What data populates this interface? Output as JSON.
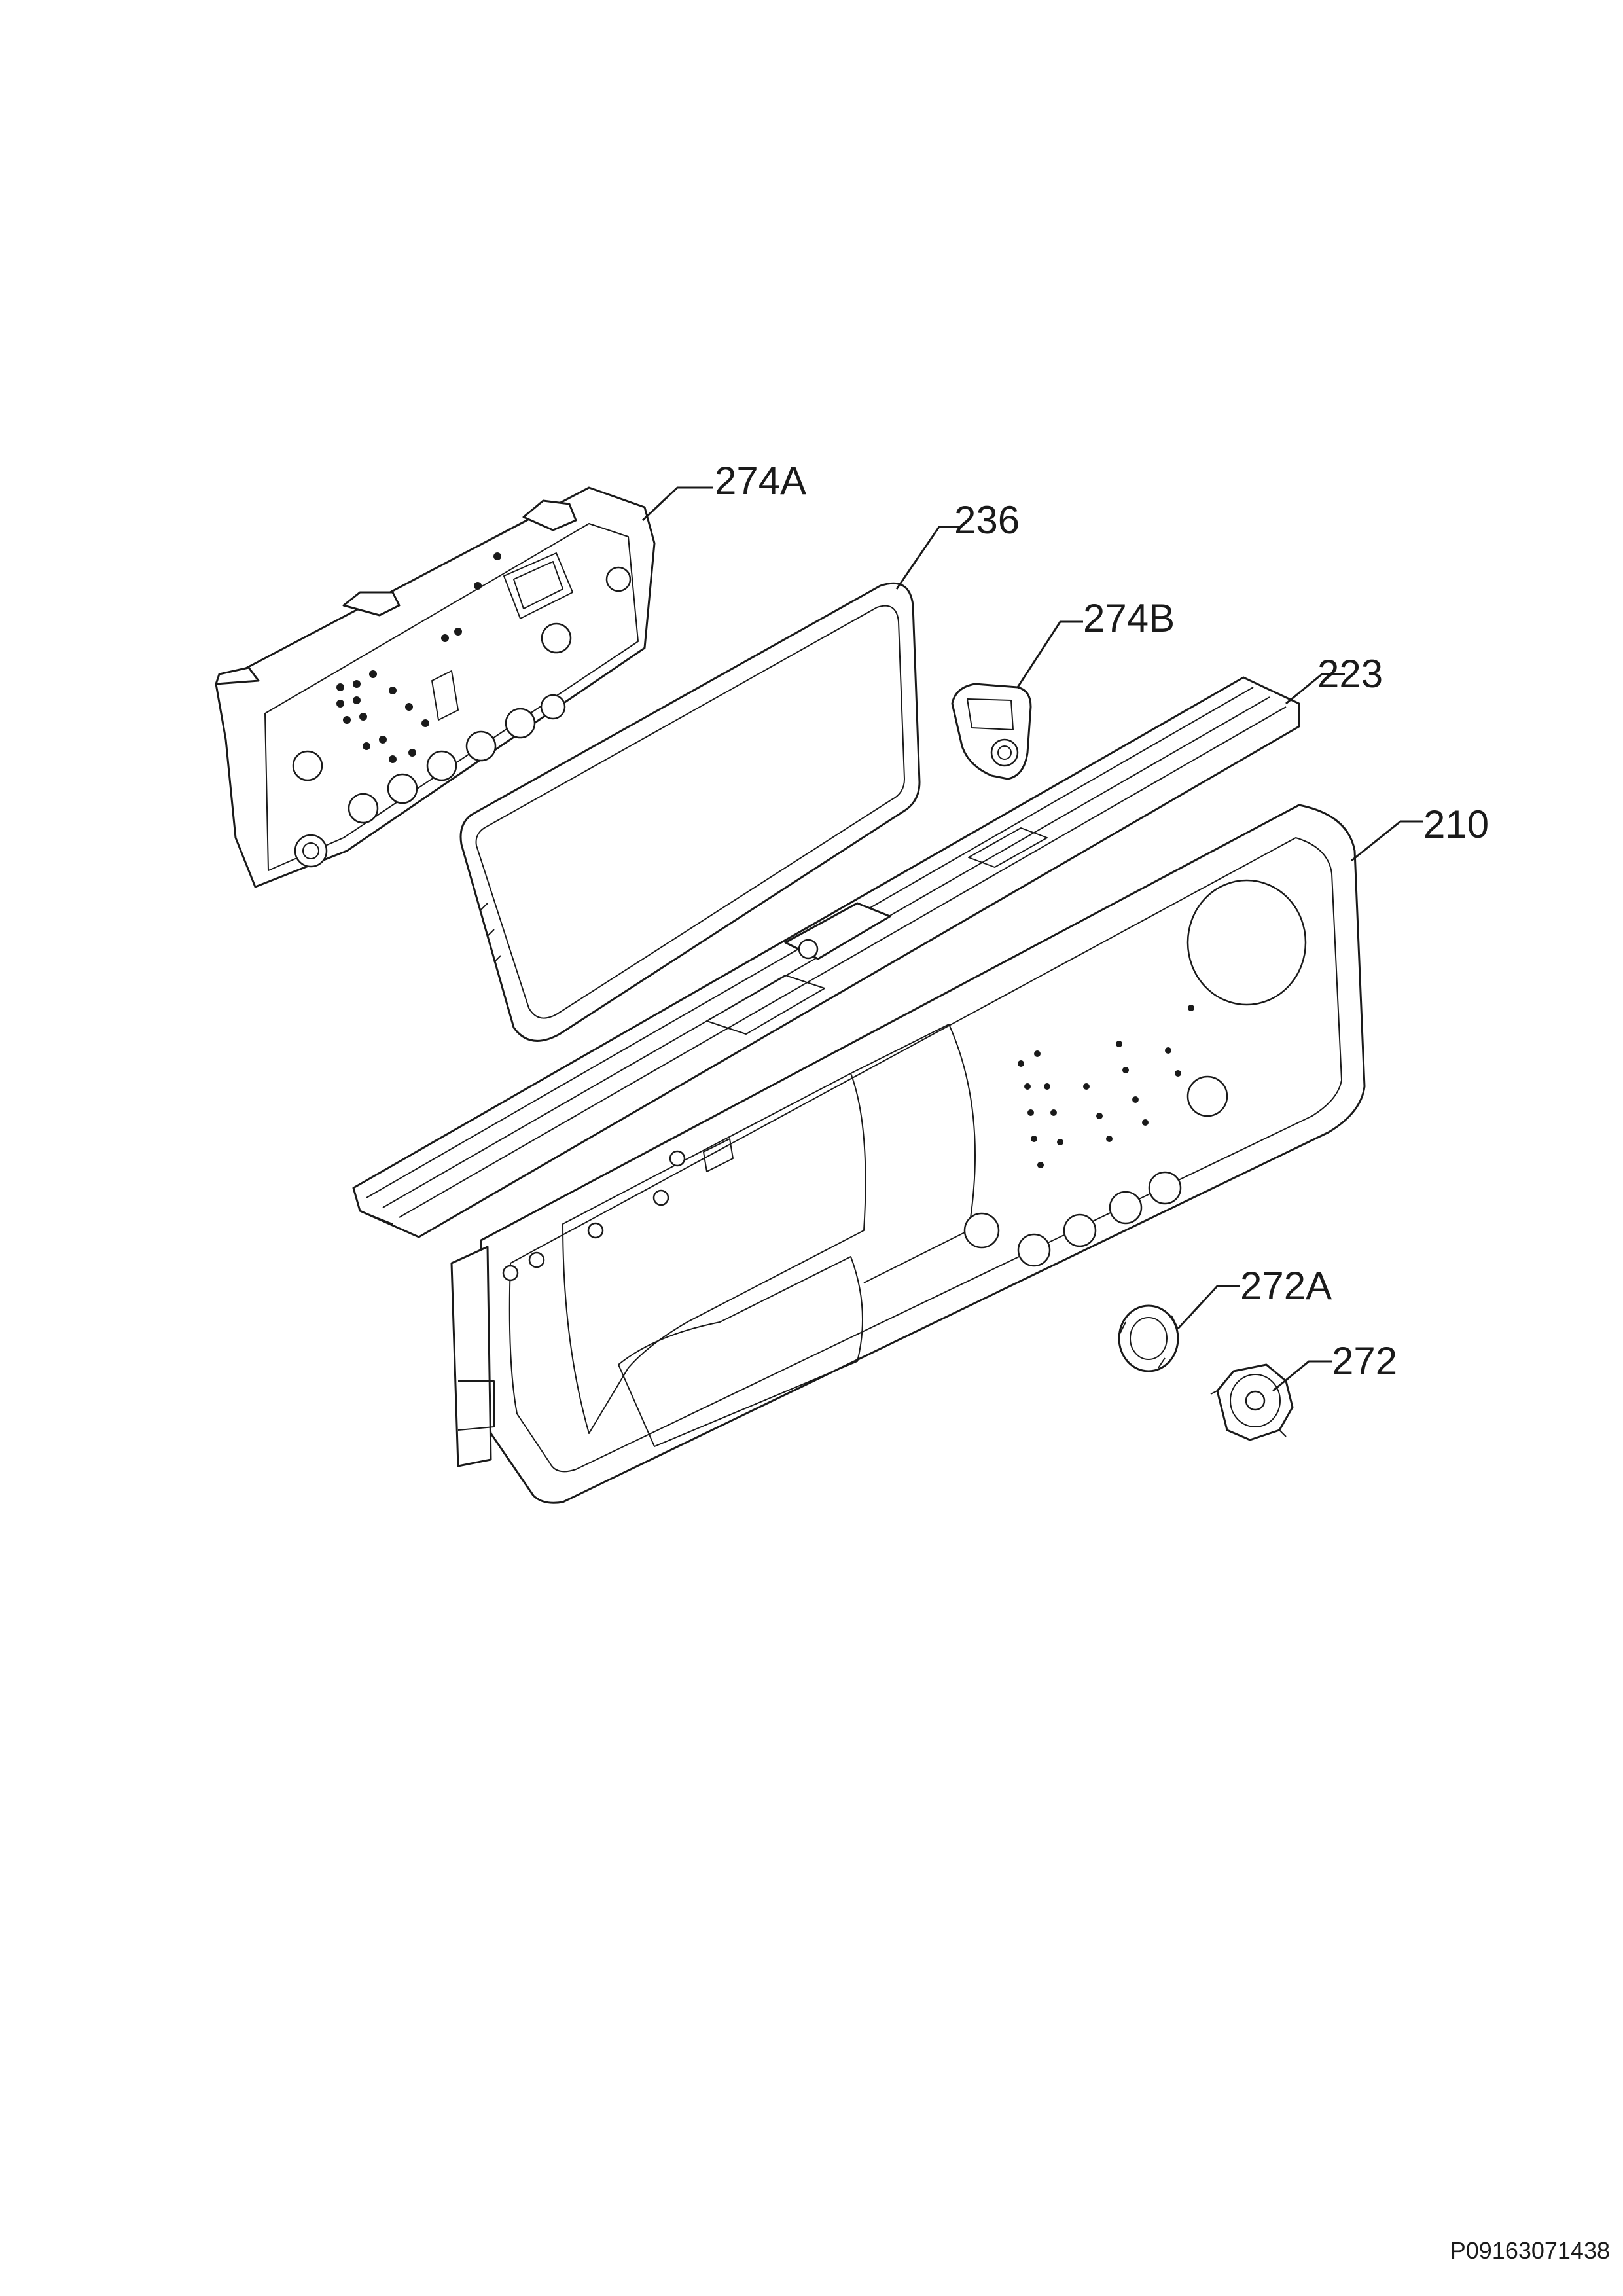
{
  "callouts": [
    {
      "id": "274a",
      "label": "274A"
    },
    {
      "id": "236",
      "label": "236"
    },
    {
      "id": "274b",
      "label": "274B"
    },
    {
      "id": "223",
      "label": "223"
    },
    {
      "id": "210",
      "label": "210"
    },
    {
      "id": "272a",
      "label": "272A"
    },
    {
      "id": "272",
      "label": "272"
    }
  ],
  "footer": {
    "drawing_id": "P09163071438"
  }
}
